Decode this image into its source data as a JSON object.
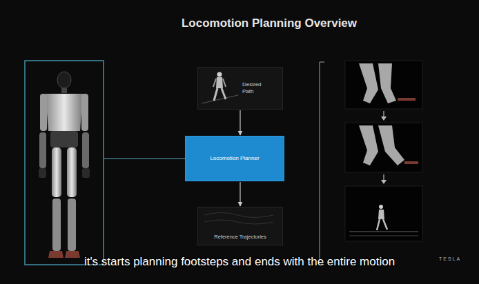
{
  "diagram": {
    "title": "Locomotion Planning Overview",
    "caption": "it's starts planning footsteps and ends with the entire motion",
    "nodes": [
      {
        "text": [
          "Desired Path"
        ]
      },
      {
        "text": [
          "Locomotion Planner"
        ]
      },
      {
        "text": [
          "Reference Trajectories"
        ]
      }
    ],
    "edges": [
      {
        "from": 0,
        "to": 1,
        "arrow": "to"
      },
      {
        "from": 1,
        "to": 2,
        "arrow": "to"
      }
    ],
    "labels": [
      "TESLA"
    ]
  }
}
